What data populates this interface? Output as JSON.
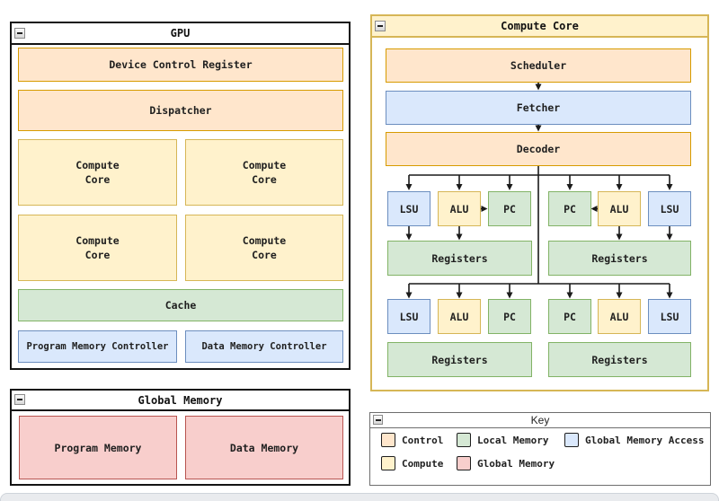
{
  "palette": {
    "control": {
      "fill": "#FFE6CC",
      "stroke": "#D79B00"
    },
    "compute": {
      "fill": "#FFF2CC",
      "stroke": "#D6B656"
    },
    "local_memory": {
      "fill": "#D5E8D4",
      "stroke": "#82B366"
    },
    "global_memory_access": {
      "fill": "#DAE8FC",
      "stroke": "#6C8EBF"
    },
    "global_memory": {
      "fill": "#F8CECC",
      "stroke": "#B85450"
    }
  },
  "gpu": {
    "title": "GPU",
    "device_control_register": "Device Control Register",
    "dispatcher": "Dispatcher",
    "compute_core": "Compute\nCore",
    "cache": "Cache",
    "program_memory_controller": "Program Memory Controller",
    "data_memory_controller": "Data Memory Controller"
  },
  "global_memory": {
    "title": "Global Memory",
    "program_memory": "Program Memory",
    "data_memory": "Data Memory"
  },
  "compute_core": {
    "title": "Compute Core",
    "scheduler": "Scheduler",
    "fetcher": "Fetcher",
    "decoder": "Decoder",
    "registers": "Registers",
    "rows": [
      {
        "units": [
          {
            "label": "LSU",
            "type": "global_memory_access"
          },
          {
            "label": "ALU",
            "type": "compute"
          },
          {
            "label": "PC",
            "type": "local_memory"
          },
          {
            "label": "PC",
            "type": "local_memory"
          },
          {
            "label": "ALU",
            "type": "compute"
          },
          {
            "label": "LSU",
            "type": "global_memory_access"
          }
        ]
      },
      {
        "units": [
          {
            "label": "LSU",
            "type": "global_memory_access"
          },
          {
            "label": "ALU",
            "type": "compute"
          },
          {
            "label": "PC",
            "type": "local_memory"
          },
          {
            "label": "PC",
            "type": "local_memory"
          },
          {
            "label": "ALU",
            "type": "compute"
          },
          {
            "label": "LSU",
            "type": "global_memory_access"
          }
        ]
      }
    ]
  },
  "key": {
    "title": "Key",
    "items": [
      {
        "label": "Control",
        "swatch": "control"
      },
      {
        "label": "Local Memory",
        "swatch": "local_memory"
      },
      {
        "label": "Global Memory Access",
        "swatch": "global_memory_access"
      },
      {
        "label": "Compute",
        "swatch": "compute"
      },
      {
        "label": "Global Memory",
        "swatch": "global_memory"
      }
    ]
  }
}
